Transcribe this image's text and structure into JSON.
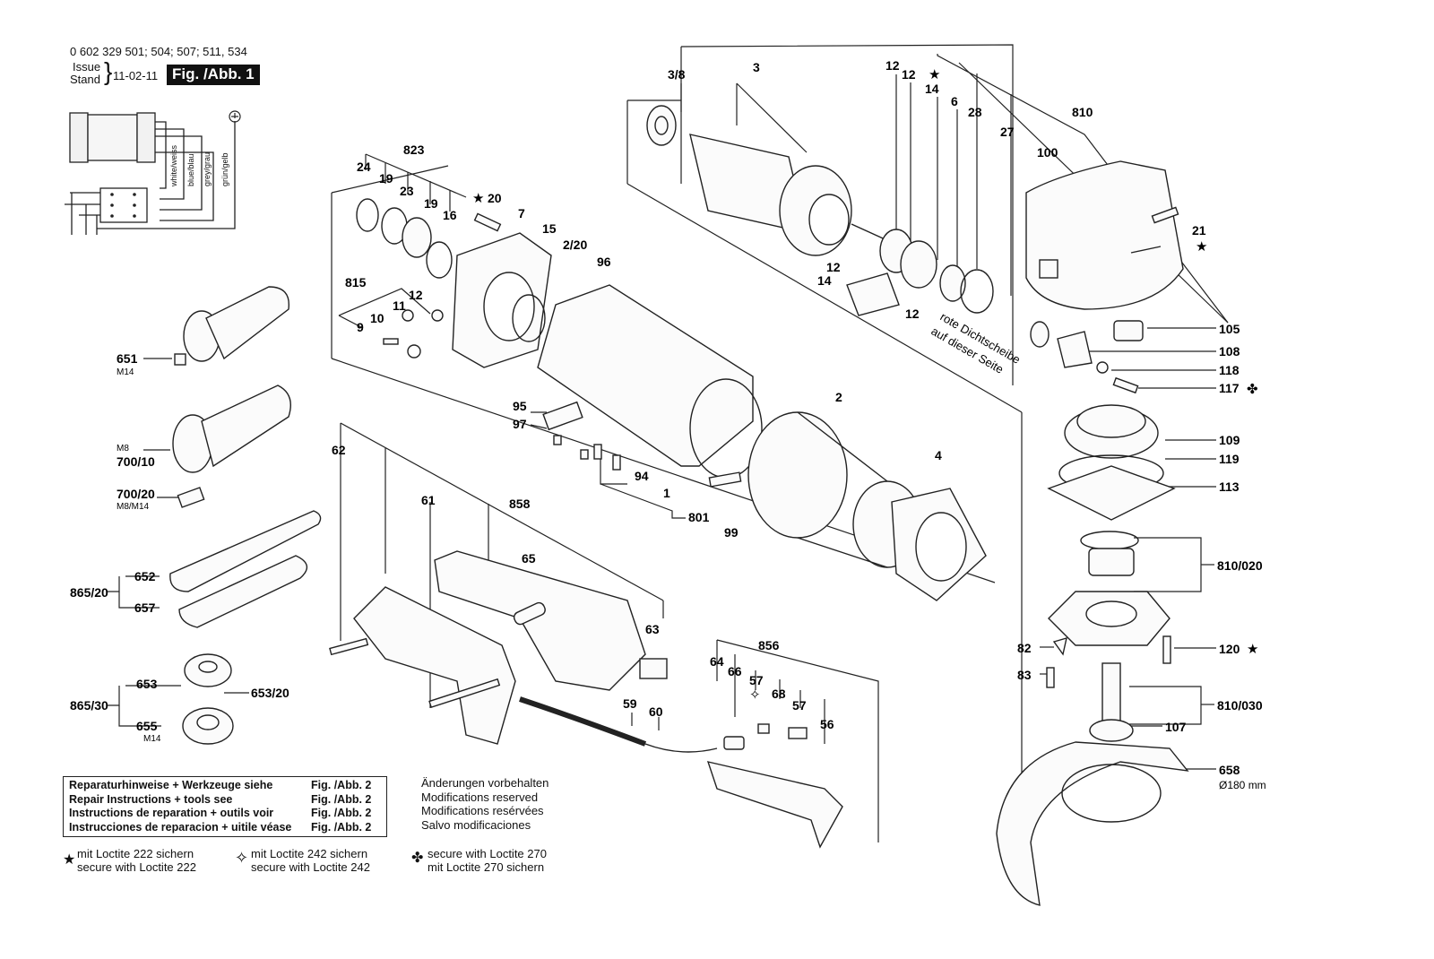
{
  "header": {
    "part_numbers": "0 602 329 501; 504; 507; 511, 534",
    "issue_label": "Issue",
    "stand_label": "Stand",
    "issue_date": "11-02-11",
    "figure_label": "Fig. /Abb. 1"
  },
  "wiring": {
    "wire_labels": [
      "white/weiss",
      "blue/blau",
      "grey/grau",
      "grün/gelb"
    ]
  },
  "parts": [
    {
      "id": "p-3-8",
      "label": "3/8"
    },
    {
      "id": "p-3",
      "label": "3"
    },
    {
      "id": "p-12a",
      "label": "12"
    },
    {
      "id": "p-12b",
      "label": "12"
    },
    {
      "id": "p-14a",
      "label": "14"
    },
    {
      "id": "p-6",
      "label": "6"
    },
    {
      "id": "p-28",
      "label": "28"
    },
    {
      "id": "p-27",
      "label": "27"
    },
    {
      "id": "p-810",
      "label": "810"
    },
    {
      "id": "p-100",
      "label": "100"
    },
    {
      "id": "p-21",
      "label": "21"
    },
    {
      "id": "p-823",
      "label": "823"
    },
    {
      "id": "p-24",
      "label": "24"
    },
    {
      "id": "p-19a",
      "label": "19"
    },
    {
      "id": "p-23",
      "label": "23"
    },
    {
      "id": "p-19b",
      "label": "19"
    },
    {
      "id": "p-16",
      "label": "16"
    },
    {
      "id": "p-20",
      "label": "20"
    },
    {
      "id": "p-7",
      "label": "7"
    },
    {
      "id": "p-15",
      "label": "15"
    },
    {
      "id": "p-2-20",
      "label": "2/20"
    },
    {
      "id": "p-96",
      "label": "96"
    },
    {
      "id": "p-12c",
      "label": "12"
    },
    {
      "id": "p-14b",
      "label": "14"
    },
    {
      "id": "p-12d",
      "label": "12"
    },
    {
      "id": "p-815",
      "label": "815"
    },
    {
      "id": "p-12e",
      "label": "12"
    },
    {
      "id": "p-11",
      "label": "11"
    },
    {
      "id": "p-10",
      "label": "10"
    },
    {
      "id": "p-9",
      "label": "9"
    },
    {
      "id": "p-105",
      "label": "105"
    },
    {
      "id": "p-108",
      "label": "108"
    },
    {
      "id": "p-118",
      "label": "118"
    },
    {
      "id": "p-117",
      "label": "117"
    },
    {
      "id": "p-651",
      "label": "651"
    },
    {
      "id": "p-95",
      "label": "95"
    },
    {
      "id": "p-97",
      "label": "97"
    },
    {
      "id": "p-2",
      "label": "2"
    },
    {
      "id": "p-109",
      "label": "109"
    },
    {
      "id": "p-119",
      "label": "119"
    },
    {
      "id": "p-113",
      "label": "113"
    },
    {
      "id": "p-700-10",
      "label": "700/10"
    },
    {
      "id": "p-62",
      "label": "62"
    },
    {
      "id": "p-61",
      "label": "61"
    },
    {
      "id": "p-858",
      "label": "858"
    },
    {
      "id": "p-94",
      "label": "94"
    },
    {
      "id": "p-4",
      "label": "4"
    },
    {
      "id": "p-1",
      "label": "1"
    },
    {
      "id": "p-801",
      "label": "801"
    },
    {
      "id": "p-700-20",
      "label": "700/20"
    },
    {
      "id": "p-99",
      "label": "99"
    },
    {
      "id": "p-65",
      "label": "65"
    },
    {
      "id": "p-810-020",
      "label": "810/020"
    },
    {
      "id": "p-652",
      "label": "652"
    },
    {
      "id": "p-865-20",
      "label": "865/20"
    },
    {
      "id": "p-657",
      "label": "657"
    },
    {
      "id": "p-63",
      "label": "63"
    },
    {
      "id": "p-856",
      "label": "856"
    },
    {
      "id": "p-82",
      "label": "82"
    },
    {
      "id": "p-120",
      "label": "120"
    },
    {
      "id": "p-64",
      "label": "64"
    },
    {
      "id": "p-66",
      "label": "66"
    },
    {
      "id": "p-57a",
      "label": "57"
    },
    {
      "id": "p-83",
      "label": "83"
    },
    {
      "id": "p-653",
      "label": "653"
    },
    {
      "id": "p-653-20",
      "label": "653/20"
    },
    {
      "id": "p-68",
      "label": "68"
    },
    {
      "id": "p-57b",
      "label": "57"
    },
    {
      "id": "p-865-30",
      "label": "865/30"
    },
    {
      "id": "p-59",
      "label": "59"
    },
    {
      "id": "p-60",
      "label": "60"
    },
    {
      "id": "p-810-030",
      "label": "810/030"
    },
    {
      "id": "p-56",
      "label": "56"
    },
    {
      "id": "p-655",
      "label": "655"
    },
    {
      "id": "p-107",
      "label": "107"
    },
    {
      "id": "p-658",
      "label": "658"
    }
  ],
  "thread_labels": {
    "m14_a": "M14",
    "m8": "M8",
    "m8_m14": "M8/M14",
    "m14_b": "M14",
    "diameter": "Ø180 mm"
  },
  "seal_note": [
    "rote Dichtscheibe",
    "auf dieser Seite"
  ],
  "repair_notes": [
    {
      "text": "Reparaturhinweise + Werkzeuge siehe",
      "ref": "Fig. /Abb. 2"
    },
    {
      "text": "Repair Instructions + tools see",
      "ref": "Fig. /Abb. 2"
    },
    {
      "text": "Instructions de reparation + outils voir",
      "ref": "Fig. /Abb. 2"
    },
    {
      "text": "Instrucciones de reparacion + uitile véase",
      "ref": "Fig. /Abb. 2"
    }
  ],
  "modifications": [
    "Änderungen vorbehalten",
    "Modifications reserved",
    "Modifications resérvées",
    "Salvo modificaciones"
  ],
  "legend": [
    {
      "symbol": "★",
      "line1": "mit Loctite 222 sichern",
      "line2": "secure with Loctite 222"
    },
    {
      "symbol": "✧",
      "line1": "mit Loctite 242 sichern",
      "line2": "secure with Loctite 242"
    },
    {
      "symbol": "✤",
      "line1": "secure with Loctite 270",
      "line2": "mit Loctite 270 sichern"
    }
  ],
  "symbols": {
    "star": "★",
    "star_outline": "✧",
    "clover": "✤"
  }
}
